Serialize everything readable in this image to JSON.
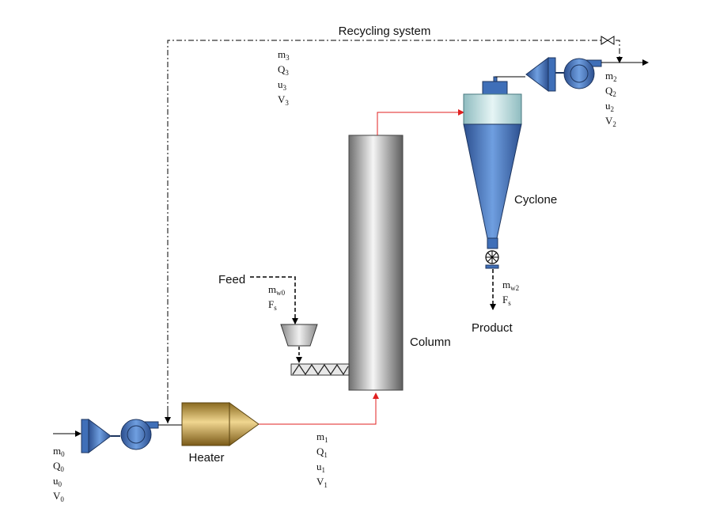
{
  "labels": {
    "recycling": "Recycling system",
    "feed": "Feed",
    "heater": "Heater",
    "column": "Column",
    "cyclone": "Cyclone",
    "product": "Product"
  },
  "streams": {
    "s0": [
      {
        "b": "m",
        "s": "0"
      },
      {
        "b": "Q",
        "s": "0"
      },
      {
        "b": "u",
        "s": "0"
      },
      {
        "b": "V",
        "s": "0"
      }
    ],
    "s1": [
      {
        "b": "m",
        "s": "1"
      },
      {
        "b": "Q",
        "s": "1"
      },
      {
        "b": "u",
        "s": "1"
      },
      {
        "b": "V",
        "s": "1"
      }
    ],
    "s2": [
      {
        "b": "m",
        "s": "2"
      },
      {
        "b": "Q",
        "s": "2"
      },
      {
        "b": "u",
        "s": "2"
      },
      {
        "b": "V",
        "s": "2"
      }
    ],
    "s3": [
      {
        "b": "m",
        "s": "3"
      },
      {
        "b": "Q",
        "s": "3"
      },
      {
        "b": "u",
        "s": "3"
      },
      {
        "b": "V",
        "s": "3"
      }
    ],
    "feed": [
      {
        "b": "m",
        "s": "w0"
      },
      {
        "b": "F",
        "s": "s"
      }
    ],
    "product": [
      {
        "b": "m",
        "s": "w2"
      },
      {
        "b": "F",
        "s": "s"
      }
    ]
  },
  "colors": {
    "equipment_blue": "#3f6fb8",
    "heater_gold": "#c9a24a",
    "hot_line": "#e02020",
    "line": "#000000"
  }
}
